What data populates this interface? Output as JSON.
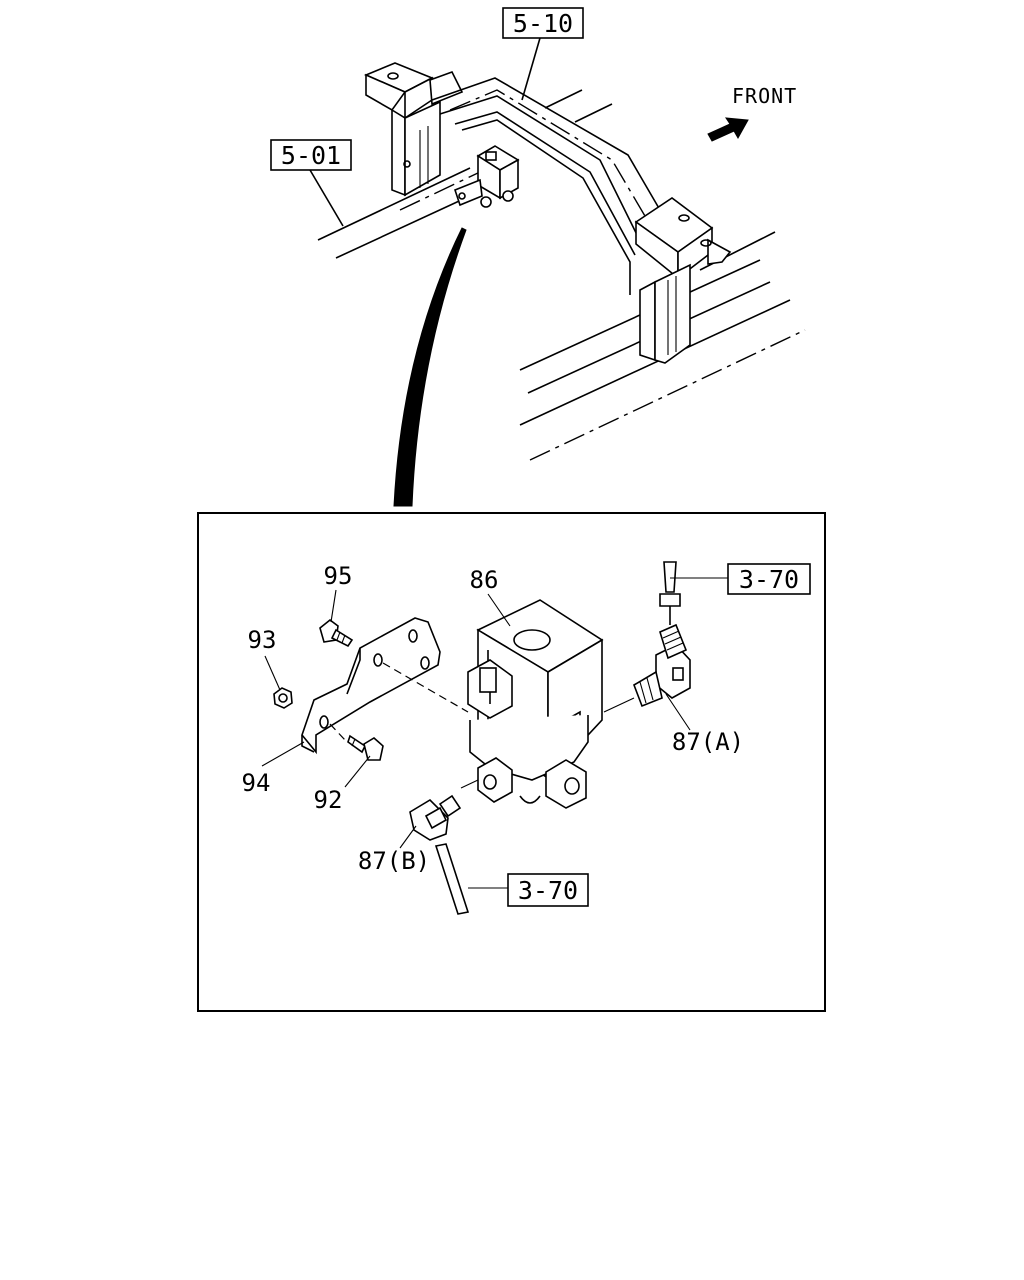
{
  "references": {
    "frame_top": "5-10",
    "frame_side": "5-01",
    "pipe_upper": "3-70",
    "pipe_lower": "3-70"
  },
  "direction": {
    "label": "FRONT"
  },
  "callouts": {
    "p95": "95",
    "p86": "86",
    "p93": "93",
    "p94": "94",
    "p92": "92",
    "p87a": "87(A)",
    "p87b": "87(B)"
  }
}
